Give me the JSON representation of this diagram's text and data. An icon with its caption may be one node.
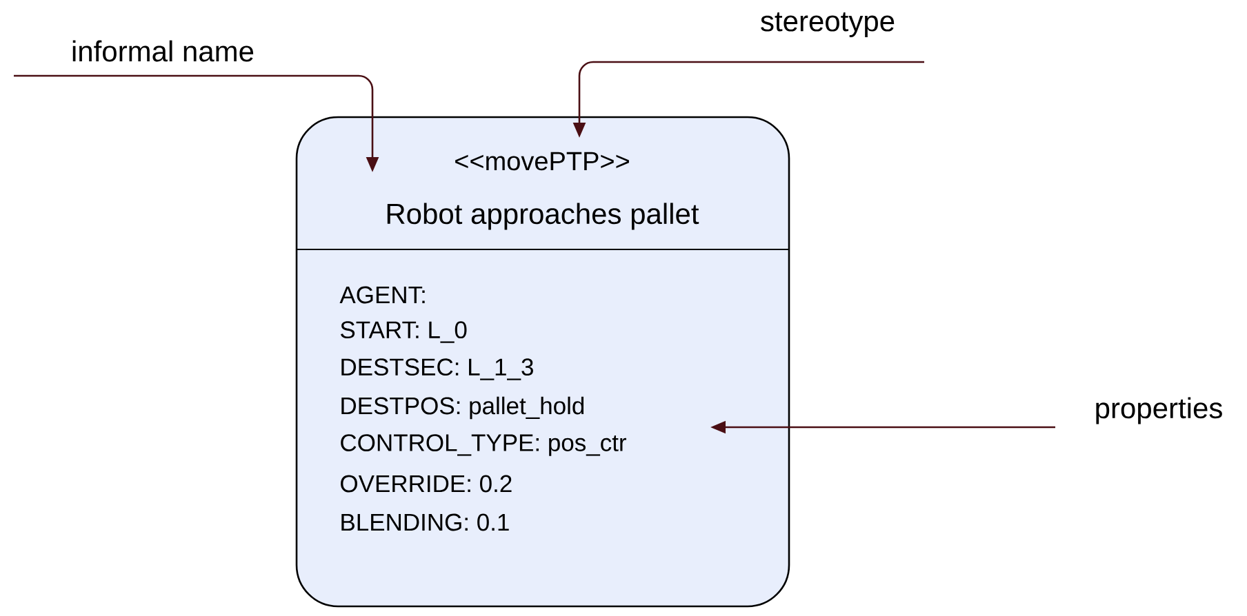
{
  "diagram": {
    "nodes": [
      {
        "text": [
          "<<movePTP>>",
          "Robot approaches pallet",
          "AGENT:",
          "START: L_0",
          "DESTSEC: L_1_3",
          "DESTPOS: pallet_hold",
          "CONTROL_TYPE: pos_ctr",
          "OVERRIDE: 0.2",
          "BLENDING: 0.1"
        ]
      },
      {
        "text": [
          "informal name"
        ]
      },
      {
        "text": [
          "stereotype"
        ]
      },
      {
        "text": [
          "properties"
        ]
      }
    ],
    "edges": [
      {
        "from": 1,
        "to": 0,
        "arrow": "to"
      },
      {
        "from": 2,
        "to": 0,
        "arrow": "to"
      },
      {
        "from": 3,
        "to": 0,
        "arrow": "to"
      }
    ]
  }
}
